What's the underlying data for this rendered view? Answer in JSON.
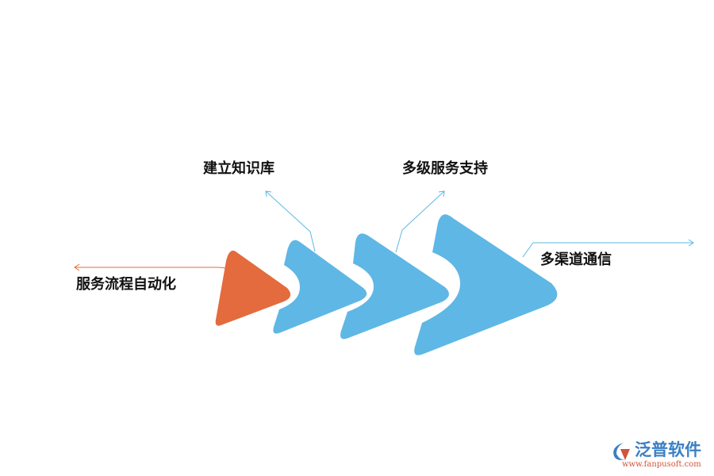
{
  "steps": [
    {
      "label": "服务流程自动化",
      "color": "#e36b3d"
    },
    {
      "label": "建立知识库",
      "color": "#5fb7e5"
    },
    {
      "label": "多级服务支持",
      "color": "#5fb7e5"
    },
    {
      "label": "多渠道通信",
      "color": "#5fb7e5"
    }
  ],
  "colors": {
    "orange_line": "#e36b3d",
    "blue_line": "#5fb7e5"
  },
  "logo": {
    "text": "泛普软件",
    "url": "www.fanpusoft.com"
  }
}
